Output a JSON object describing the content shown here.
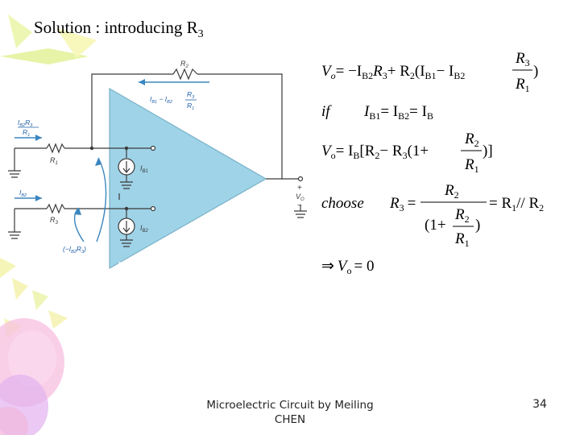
{
  "slide": {
    "title_main": "Solution : introducing R",
    "title_sub": "3",
    "footer_text": "Microelectric Circuit by Meiling CHEN",
    "page_number": "34"
  },
  "circuit": {
    "r2": "R",
    "r2_sub": "2",
    "r1": "R",
    "r1_sub": "1",
    "r3": "R",
    "r3_sub": "3",
    "ib1": "I",
    "ib1_sub": "B1",
    "ib2": "I",
    "ib2_sub": "B2",
    "current_top": "I",
    "current_top_sub1": "B1",
    "current_top_minus": " − I",
    "current_top_sub2": "B2",
    "ib2r3_label": "I",
    "ib2r3_label_sub": "B2",
    "ib2r3_label_r": "R",
    "ib2r3_label_rsub": "3",
    "ib2_in_label": "I",
    "ib2_in_label_sub": "B2",
    "neg_label": "(−I",
    "neg_label_sub": "B2",
    "neg_label_r": "R",
    "neg_label_rsub": "3",
    "neg_label_close": ")",
    "vo_label": "V",
    "vo_label_sub": "O",
    "plus": "+",
    "minus": "−"
  },
  "equations": {
    "eq1_lhs": "V",
    "eq1_lhs_sub": "o",
    "eq1_body": "= −I",
    "eq1_b1": "B2",
    "eq1_r3": "R",
    "eq1_r3_sub": "3",
    "eq1_plus": "+ R",
    "eq1_plus_sub": "2",
    "eq1_paren": "(I",
    "eq1_paren_sub": "B1",
    "eq1_minus": "− I",
    "eq1_minus_sub": "B2",
    "eq1_frac_num": "R",
    "eq1_frac_num_sub": "3",
    "eq1_frac_den": "R",
    "eq1_frac_den_sub": "1",
    "eq1_close": ")",
    "if_word": "if",
    "eq2_a": "I",
    "eq2_a_sub": "B1",
    "eq2_eq1": "= I",
    "eq2_b_sub": "B2",
    "eq2_eq2": "= I",
    "eq2_c_sub": "B",
    "eq3_lhs": "V",
    "eq3_lhs_sub": "o",
    "eq3_body": "= I",
    "eq3_b_sub": "B",
    "eq3_bracket": "[R",
    "eq3_r2_sub": "2",
    "eq3_minus": "− R",
    "eq3_r3_sub": "3",
    "eq3_paren": "(1+",
    "eq3_frac_num": "R",
    "eq3_frac_num_sub": "2",
    "eq3_frac_den": "R",
    "eq3_frac_den_sub": "1",
    "eq3_close": ")]",
    "choose_word": "choose",
    "eq4_lhs": "R",
    "eq4_lhs_sub": "3",
    "eq4_eq": "=",
    "eq4_num": "R",
    "eq4_num_sub": "2",
    "eq4_den_open": "(1+",
    "eq4_den_frac_num": "R",
    "eq4_den_frac_num_sub": "2",
    "eq4_den_frac_den": "R",
    "eq4_den_frac_den_sub": "1",
    "eq4_den_close": ")",
    "eq4_rhs": "= R",
    "eq4_rhs_sub": "1",
    "eq4_par": "// R",
    "eq4_par_sub": "2",
    "eq5_arrow": "⇒",
    "eq5_lhs": "V",
    "eq5_lhs_sub": "o",
    "eq5_rhs": "= 0"
  },
  "colors": {
    "opamp_fill": "#9fd3e8",
    "wire": "#3a3a3a",
    "arrow_blue": "#3b86c0",
    "label_blue": "#1f5fa8",
    "deco_yellow": "#f3f3a0",
    "deco_green": "#d4ef9a",
    "deco_pink": "#f4a9cf",
    "deco_lavender": "#cfa5e6"
  }
}
